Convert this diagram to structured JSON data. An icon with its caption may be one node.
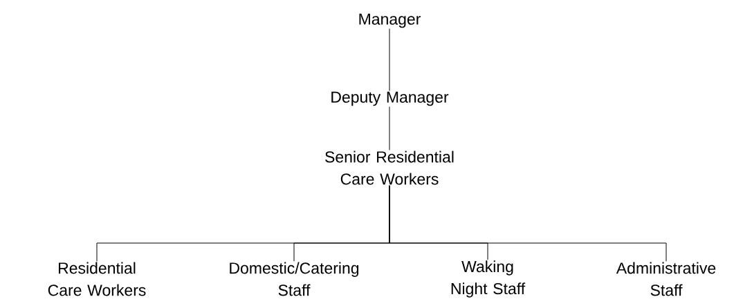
{
  "diagram": {
    "nodes": [
      {
        "text": [
          "Manager"
        ]
      },
      {
        "text": [
          "Deputy Manager"
        ]
      },
      {
        "text": [
          "Senior Residential Care Workers"
        ]
      },
      {
        "text": [
          "Residential Care Workers"
        ]
      },
      {
        "text": [
          "Domestic/Catering Staff"
        ]
      },
      {
        "text": [
          "Waking Night Staff"
        ]
      },
      {
        "text": [
          "Administrative Staff"
        ]
      }
    ],
    "edges": [
      {
        "from": 0,
        "to": 1,
        "arrow": "none"
      },
      {
        "from": 1,
        "to": 2,
        "arrow": "none"
      },
      {
        "from": 2,
        "to": 3,
        "arrow": "none"
      },
      {
        "from": 2,
        "to": 4,
        "arrow": "none"
      },
      {
        "from": 2,
        "to": 5,
        "arrow": "none"
      },
      {
        "from": 2,
        "to": 6,
        "arrow": "none"
      }
    ]
  }
}
